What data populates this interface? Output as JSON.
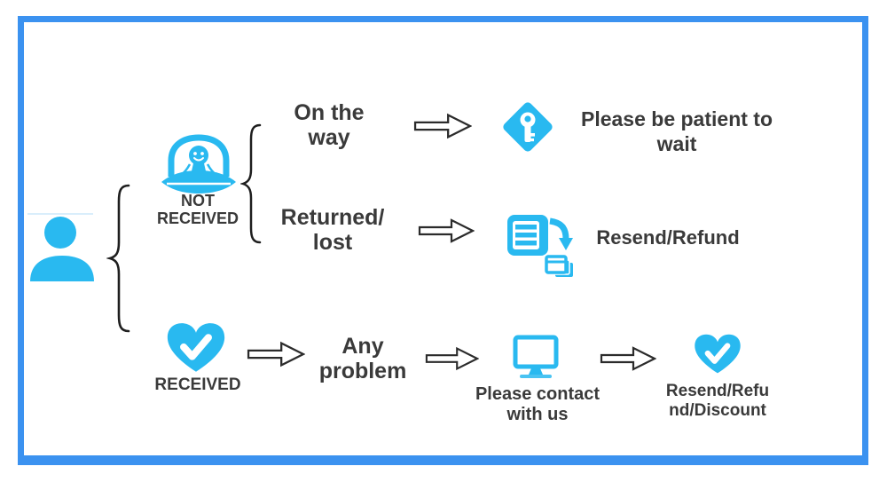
{
  "colors": {
    "accent_cyan": "#29b9f0",
    "frame_blue": "#3b92f0",
    "text_dark": "#3a3a3a",
    "arrow_outline": "#2b2b2b"
  },
  "flow": {
    "customer": {
      "icon": "person"
    },
    "branches": [
      {
        "status": {
          "icon": "ufo-alien",
          "label_lines": [
            "NOT",
            "RECEIVED"
          ]
        },
        "cases": [
          {
            "condition_lines": [
              "On the",
              "way"
            ],
            "icon": "key-diamond",
            "result_lines": [
              "Please be patient to",
              "wait"
            ]
          },
          {
            "condition_lines": [
              "Returned/",
              "lost"
            ],
            "icon": "resend-documents",
            "result_lines": [
              "Resend/Refund"
            ]
          }
        ]
      },
      {
        "status": {
          "icon": "heart-check",
          "label_lines": [
            "RECEIVED"
          ]
        },
        "cases": [
          {
            "condition_lines": [
              "Any",
              "problem"
            ],
            "icon": "computer-monitor",
            "icon_caption_lines": [
              "Please contact",
              "with us"
            ],
            "result_icon": "heart-check",
            "result_lines": [
              "Resend/Refu",
              "nd/Discount"
            ]
          }
        ]
      }
    ]
  }
}
